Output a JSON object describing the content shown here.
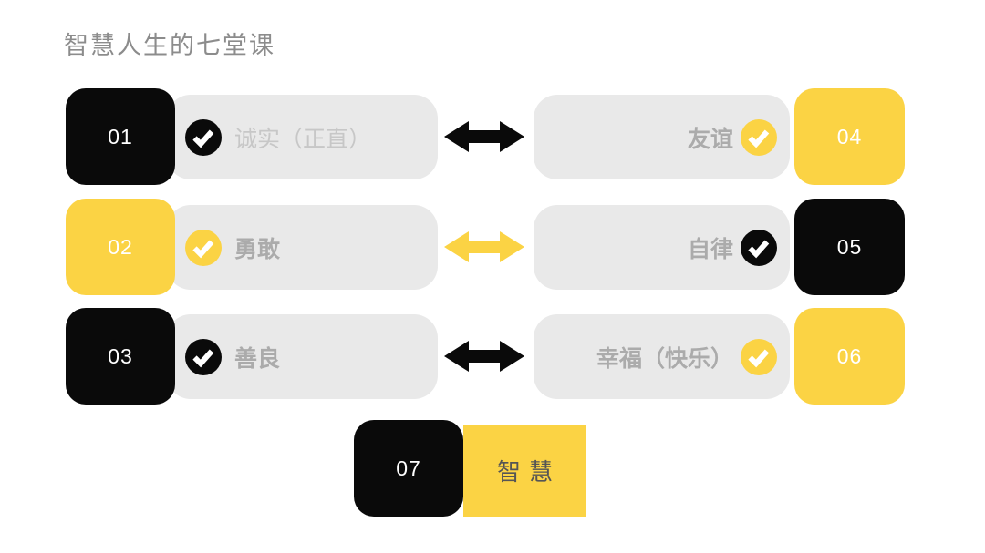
{
  "title": "智慧人生的七堂课",
  "colors": {
    "yellow": "#FBD344",
    "black": "#0A0A0A",
    "pill_gray": "#E9E9E9",
    "title_gray": "#8C8C8C",
    "label_gray": "#ABABAB",
    "label_light_gray": "#C7C7C7",
    "wisdom_text": "#555555",
    "number_text": "#FFFFFF"
  },
  "rows": [
    {
      "left": {
        "number": "01",
        "square": "black",
        "check": "black",
        "label": "诚实（正直）",
        "label_style": "light"
      },
      "arrow": "black",
      "right": {
        "number": "04",
        "square": "yellow",
        "check": "yellow",
        "label": "友谊",
        "label_style": "bold"
      }
    },
    {
      "left": {
        "number": "02",
        "square": "yellow",
        "check": "yellow",
        "label": "勇敢",
        "label_style": "bold"
      },
      "arrow": "yellow",
      "right": {
        "number": "05",
        "square": "black",
        "check": "black",
        "label": "自律",
        "label_style": "bold"
      }
    },
    {
      "left": {
        "number": "03",
        "square": "black",
        "check": "black",
        "label": "善良",
        "label_style": "bold"
      },
      "arrow": "black",
      "right": {
        "number": "06",
        "square": "yellow",
        "check": "yellow",
        "label": "幸福（快乐）",
        "label_style": "bold"
      }
    }
  ],
  "bottom": {
    "number": "07",
    "number_square": "black",
    "label": "智慧",
    "label_square": "yellow"
  }
}
